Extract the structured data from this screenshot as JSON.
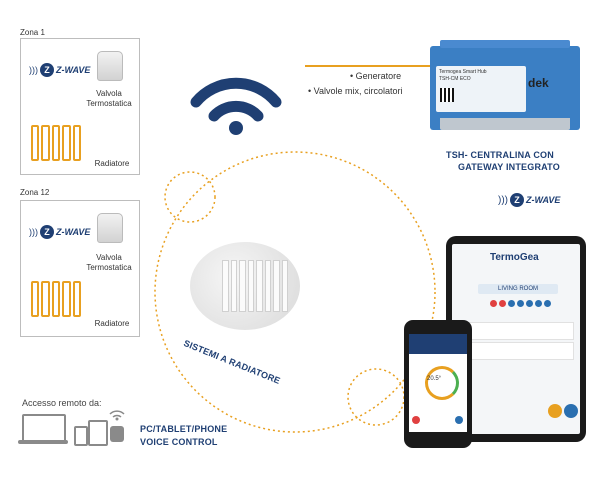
{
  "zone1": {
    "title": "Zona 1",
    "valve_label": "Valvola Termostatica",
    "radiator_label": "Radiatore"
  },
  "zone12": {
    "title": "Zona 12",
    "valve_label": "Valvola Termostatica",
    "radiator_label": "Radiatore"
  },
  "zwave": {
    "brand": "Z-WAVE",
    "mark": "Z"
  },
  "gateway": {
    "device_name": "Termogea Smart Hub",
    "device_model": "TSH-CM ECO",
    "brand_short": "dek",
    "bullets": [
      "Generatore",
      "Valvole mix, circolatori"
    ],
    "caption_line1": "TSH- CENTRALINA CON",
    "caption_line2": "GATEWAY INTEGRATO"
  },
  "radiator_systems": "SISTEMI A RADIATORE",
  "remote": {
    "title": "Accesso remoto da:",
    "line1": "PC/TABLET/PHONE",
    "line2": "VOICE CONTROL"
  },
  "app": {
    "name": "TermoGea",
    "room": "LIVING ROOM",
    "phone_temp": "20.5°"
  },
  "colors": {
    "navy": "#1f3f73",
    "orange": "#e8a020",
    "gateway_blue": "#3b7fc4"
  }
}
